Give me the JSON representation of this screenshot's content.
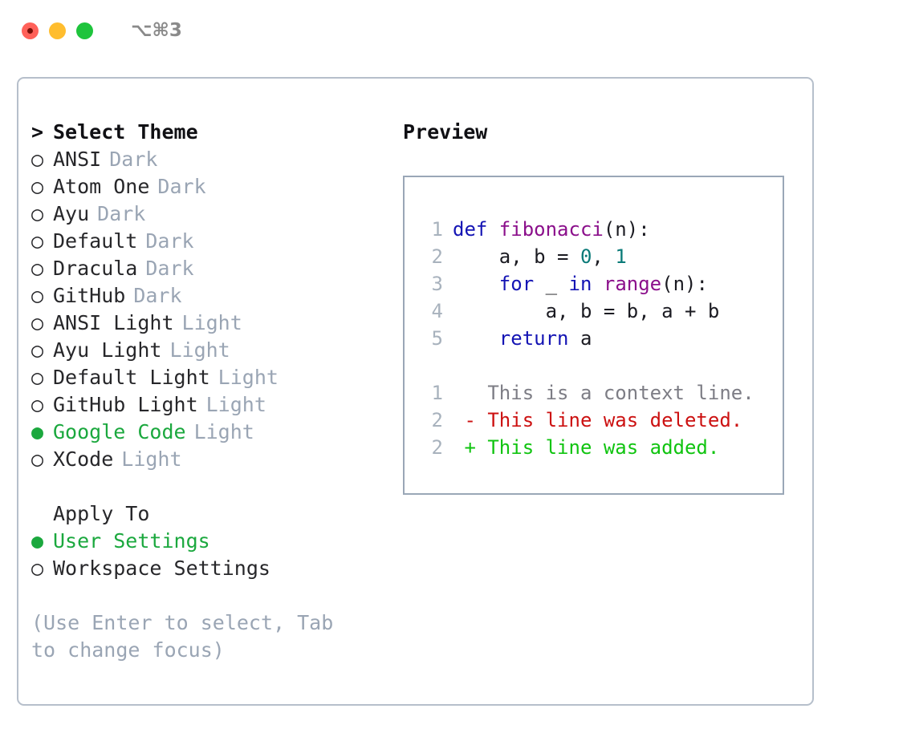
{
  "window": {
    "shortcut": "⌥⌘3",
    "traffic_lights": [
      {
        "name": "close",
        "color": "#ff6159"
      },
      {
        "name": "minimize",
        "color": "#ffbd2e"
      },
      {
        "name": "zoom",
        "color": "#1ec43c"
      }
    ]
  },
  "theme_picker": {
    "header_marker": ">",
    "header": "Select Theme",
    "selected_theme": "Google Code",
    "marker_unselected": "○",
    "marker_selected": "●",
    "items": [
      {
        "marker": "○",
        "label": "ANSI",
        "variant": "Dark",
        "selected": false
      },
      {
        "marker": "○",
        "label": "Atom One",
        "variant": "Dark",
        "selected": false
      },
      {
        "marker": "○",
        "label": "Ayu",
        "variant": "Dark",
        "selected": false
      },
      {
        "marker": "○",
        "label": "Default",
        "variant": "Dark",
        "selected": false
      },
      {
        "marker": "○",
        "label": "Dracula",
        "variant": "Dark",
        "selected": false
      },
      {
        "marker": "○",
        "label": "GitHub",
        "variant": "Dark",
        "selected": false
      },
      {
        "marker": "○",
        "label": "ANSI Light",
        "variant": "Light",
        "selected": false
      },
      {
        "marker": "○",
        "label": "Ayu Light",
        "variant": "Light",
        "selected": false
      },
      {
        "marker": "○",
        "label": "Default Light",
        "variant": "Light",
        "selected": false
      },
      {
        "marker": "○",
        "label": "GitHub Light",
        "variant": "Light",
        "selected": false
      },
      {
        "marker": "●",
        "label": "Google Code",
        "variant": "Light",
        "selected": true
      },
      {
        "marker": "○",
        "label": "XCode",
        "variant": "Light",
        "selected": false
      }
    ]
  },
  "apply_to": {
    "title": "Apply To",
    "selected": "User Settings",
    "items": [
      {
        "marker": "●",
        "label": "User Settings",
        "selected": true
      },
      {
        "marker": "○",
        "label": "Workspace Settings",
        "selected": false
      }
    ]
  },
  "hint": "(Use Enter to select, Tab to change focus)",
  "preview": {
    "title": "Preview",
    "code_lines": [
      {
        "num": "1",
        "tokens": [
          {
            "t": "def ",
            "c": "kw"
          },
          {
            "t": "fibonacci",
            "c": "fn"
          },
          {
            "t": "(n):",
            "c": "plain"
          }
        ]
      },
      {
        "num": "2",
        "tokens": [
          {
            "t": "    a, b = ",
            "c": "plain"
          },
          {
            "t": "0",
            "c": "num"
          },
          {
            "t": ", ",
            "c": "plain"
          },
          {
            "t": "1",
            "c": "num"
          }
        ]
      },
      {
        "num": "3",
        "tokens": [
          {
            "t": "    ",
            "c": "plain"
          },
          {
            "t": "for",
            "c": "kw"
          },
          {
            "t": " _ ",
            "c": "plain"
          },
          {
            "t": "in",
            "c": "kw"
          },
          {
            "t": " ",
            "c": "plain"
          },
          {
            "t": "range",
            "c": "fn"
          },
          {
            "t": "(n):",
            "c": "plain"
          }
        ]
      },
      {
        "num": "4",
        "tokens": [
          {
            "t": "        a, b = b, a + b",
            "c": "plain"
          }
        ]
      },
      {
        "num": "5",
        "tokens": [
          {
            "t": "    ",
            "c": "plain"
          },
          {
            "t": "return",
            "c": "kw"
          },
          {
            "t": " a",
            "c": "plain"
          }
        ]
      }
    ],
    "diff_lines": [
      {
        "num": "1",
        "tokens": [
          {
            "t": "   This is a context line.",
            "c": "ctx"
          }
        ]
      },
      {
        "num": "2",
        "tokens": [
          {
            "t": " - This line was deleted.",
            "c": "del"
          }
        ]
      },
      {
        "num": "2",
        "tokens": [
          {
            "t": " + This line was added.",
            "c": "add"
          }
        ]
      }
    ]
  },
  "colors": {
    "accent_green": "#1ba83e",
    "muted": "#9aa5b4",
    "border": "#b6bfcb",
    "preview_border": "#9aa7b7",
    "keyword": "#1414b4",
    "function": "#8b0f8b",
    "number": "#0a7a78",
    "diff_deleted": "#cc1111",
    "diff_added": "#10c410"
  }
}
